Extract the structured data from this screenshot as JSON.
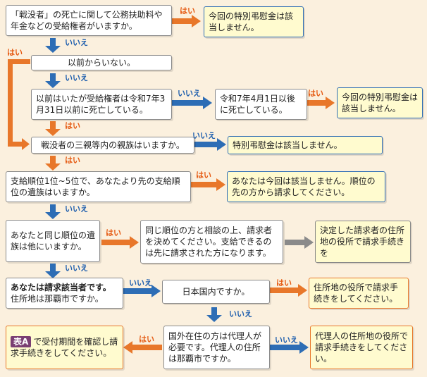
{
  "q1": {
    "text": "「戦没者」の死亡に関して公務扶助料や年金などの受給権者がいますか。"
  },
  "r1": {
    "text": "今回の特別弔慰金は該当しません。"
  },
  "q2": {
    "text": "以前からいない。"
  },
  "q3": {
    "text": "以前はいたが受給権者は令和7年3月31日以前に死亡している。"
  },
  "q3b": {
    "text": "令和7年4月1日以後に死亡している。"
  },
  "r3": {
    "text": "今回の特別弔慰金は該当しません。"
  },
  "q4": {
    "text": "戦没者の三親等内の親族はいますか。"
  },
  "r4": {
    "text": "特別弔慰金は該当しません。"
  },
  "q5": {
    "text": "支給順位1位~5位で、あなたより先の支給順位の遺族はいますか。"
  },
  "r5": {
    "text": "あなたは今回は該当しません。順位の先の方から請求してください。"
  },
  "q6": {
    "text": "あなたと同じ順位の遺族は他にいますか。"
  },
  "q6b": {
    "text": "同じ順位の方と相談の上、請求者を決めてください。支給できるのは先に請求された方になります。"
  },
  "r6": {
    "text": "決定した請求者の住所地の役所で請求手続きを"
  },
  "q7": {
    "bold": "あなたは請求該当者です。",
    "text": "住所地は那覇市ですか。"
  },
  "q7b": {
    "text": "日本国内ですか。"
  },
  "r7": {
    "text": "住所地の役所で請求手続きをしてください。"
  },
  "r8": {
    "badge": "表A",
    "text": "で受付期間を確認し請求手続きをしてください。"
  },
  "q8": {
    "text": "国外在住の方は代理人が必要です。代理人の住所は那覇市ですか。"
  },
  "r9": {
    "text": "代理人の住所地の役所で請求手続きをしてください。"
  },
  "labels": {
    "yes": "はい",
    "no": "いいえ"
  },
  "colors": {
    "yes": "#e8772a",
    "no": "#2d6db5",
    "grey": "#8a8a8a",
    "background": "#fbf0de"
  }
}
